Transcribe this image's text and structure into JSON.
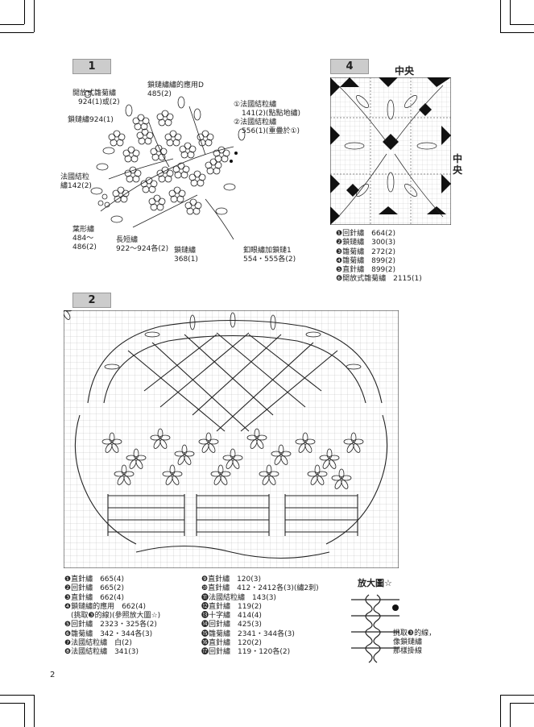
{
  "sections": {
    "s1": "1",
    "s4": "4",
    "s2": "2"
  },
  "fig1": {
    "labels": {
      "open_lazy_daisy": "開放式雛菊繡",
      "open_lazy_daisy_val": "924(1)或(2)",
      "chain_app": "鎖鏈繡繡的應用D",
      "chain_app_val": "485(2)",
      "wool": "鎖鏈繡924(1)",
      "french1": "①法國結粒繡",
      "french1_val": "141(2)(點點地繡)",
      "french2": "②法國結粒繡",
      "french2_val": "556(1)(重疊於①)",
      "french_knot": "法國結粒",
      "french_knot_val": "繡142(2)",
      "leaf": "葉形繡",
      "leaf_val1": "484～",
      "leaf_val2": "486(2)",
      "long_short": "長短繡",
      "long_short_val": "922～924各(2)",
      "chain": "鎖鏈繡",
      "chain_val": "368(1)",
      "buttonhole": "釦眼繡加鎖鏈1",
      "buttonhole_val": "554・555各(2)"
    }
  },
  "fig4": {
    "center_top": "中央",
    "center_right": "中央",
    "legend": [
      {
        "n": "❶",
        "name": "回針繡",
        "val": "664(2)"
      },
      {
        "n": "❷",
        "name": "鎖鏈繡",
        "val": "300(3)"
      },
      {
        "n": "❸",
        "name": "雛菊繡",
        "val": "272(2)"
      },
      {
        "n": "❹",
        "name": "雛菊繡",
        "val": "899(2)"
      },
      {
        "n": "❺",
        "name": "直針繡",
        "val": "899(2)"
      },
      {
        "n": "❻",
        "name": "開放式雛菊繡",
        "val": "2115(1)"
      }
    ]
  },
  "fig2": {
    "legend_left": [
      {
        "n": "❶",
        "text": "直針繡　665(4)"
      },
      {
        "n": "❷",
        "text": "回針繡　665(2)"
      },
      {
        "n": "❸",
        "text": "直針繡　662(4)"
      },
      {
        "n": "❹",
        "text": "鎖鏈繡的應用　662(4)"
      },
      {
        "n": "",
        "text": "(挑取❸的線)(參照放大圖☆)"
      },
      {
        "n": "❺",
        "text": "回針繡　2323・325各(2)"
      },
      {
        "n": "❻",
        "text": "雛菊繡　342・344各(3)"
      },
      {
        "n": "❼",
        "text": "法國結粒繡　白(2)"
      },
      {
        "n": "❽",
        "text": "法國結粒繡　341(3)"
      }
    ],
    "legend_right": [
      {
        "n": "❾",
        "text": "直針繡　120(3)"
      },
      {
        "n": "❿",
        "text": "直針繡　412・2412各(3)(繡2刺)"
      },
      {
        "n": "⓫",
        "text": "法國結粒繡　143(3)"
      },
      {
        "n": "⓬",
        "text": "直針繡　119(2)"
      },
      {
        "n": "⓭",
        "text": "十字繡　414(4)"
      },
      {
        "n": "⓮",
        "text": "回針繡　425(3)"
      },
      {
        "n": "⓯",
        "text": "雛菊繡　2341・344各(3)"
      },
      {
        "n": "⓰",
        "text": "直針繡　120(2)"
      },
      {
        "n": "⓱",
        "text": "回針繡　119・120各(2)"
      }
    ],
    "enlarge_title": "放大圖☆",
    "enlarge_note1": "挑取❸的線，",
    "enlarge_note2": "像鎖鏈繡",
    "enlarge_note3": "那樣掛線"
  },
  "page_number": "2"
}
